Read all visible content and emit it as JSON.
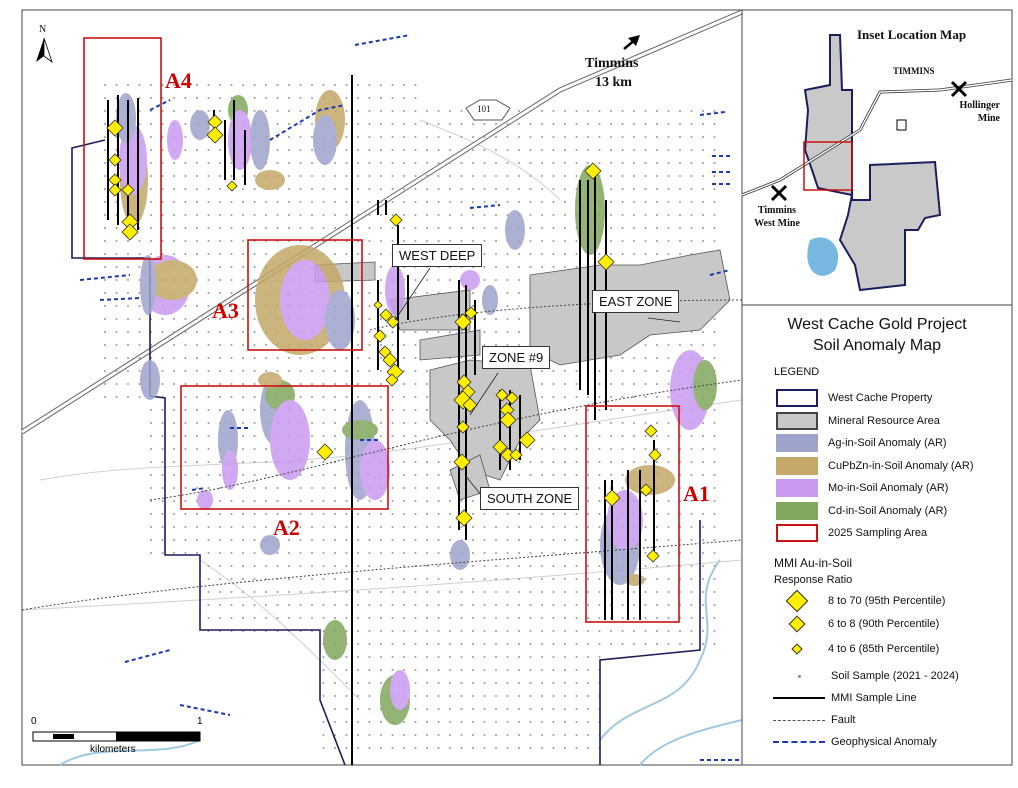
{
  "map": {
    "north_label": "N",
    "sampling_areas": [
      "A4",
      "A3",
      "A2",
      "A1"
    ],
    "zone_labels": {
      "west_deep": "WEST DEEP",
      "east_zone": "EAST ZONE",
      "zone9": "ZONE #9",
      "south_zone": "SOUTH ZONE"
    },
    "highway": "101",
    "direction": {
      "place": "Timmins",
      "distance": "13 km"
    },
    "scale": {
      "start": "0",
      "end": "1",
      "unit": "kilometers"
    }
  },
  "inset": {
    "title": "Inset Location Map",
    "places": [
      "TIMMINS",
      "Hollinger Mine",
      "Timmins West Mine"
    ]
  },
  "legend": {
    "title_line1": "West Cache Gold Project",
    "title_line2": "Soil Anomaly Map",
    "heading": "LEGEND",
    "areas": [
      {
        "label": "West Cache Property",
        "color": "#ffffff",
        "border": "#1a1f5c"
      },
      {
        "label": "Mineral Resource Area",
        "color": "#c8c8c8",
        "border": "#444444"
      },
      {
        "label": "Ag-in-Soil Anomaly (AR)",
        "color": "#9ea3cc",
        "border": "#9ea3cc"
      },
      {
        "label": "CuPbZn-in-Soil Anomaly (AR)",
        "color": "#c4a769",
        "border": "#c4a769"
      },
      {
        "label": "Mo-in-Soil Anomaly (AR)",
        "color": "#c99af0",
        "border": "#c99af0"
      },
      {
        "label": "Cd-in-Soil Anomaly (AR)",
        "color": "#82a75e",
        "border": "#82a75e"
      },
      {
        "label": "2025 Sampling Area",
        "color": "#ffffff",
        "border": "#cc1111"
      }
    ],
    "mmi_heading": "MMI Au-in-Soil",
    "mmi_subheading": "Response Ratio",
    "mmi_classes": [
      "8 to 70 (95th Percentile)",
      "6 to 8 (90th Percentile)",
      "4 to 6 (85th Percentile)"
    ],
    "symbols": [
      "Soil Sample (2021 - 2024)",
      "MMI Sample Line",
      "Fault",
      "Geophysical Anomaly"
    ]
  }
}
